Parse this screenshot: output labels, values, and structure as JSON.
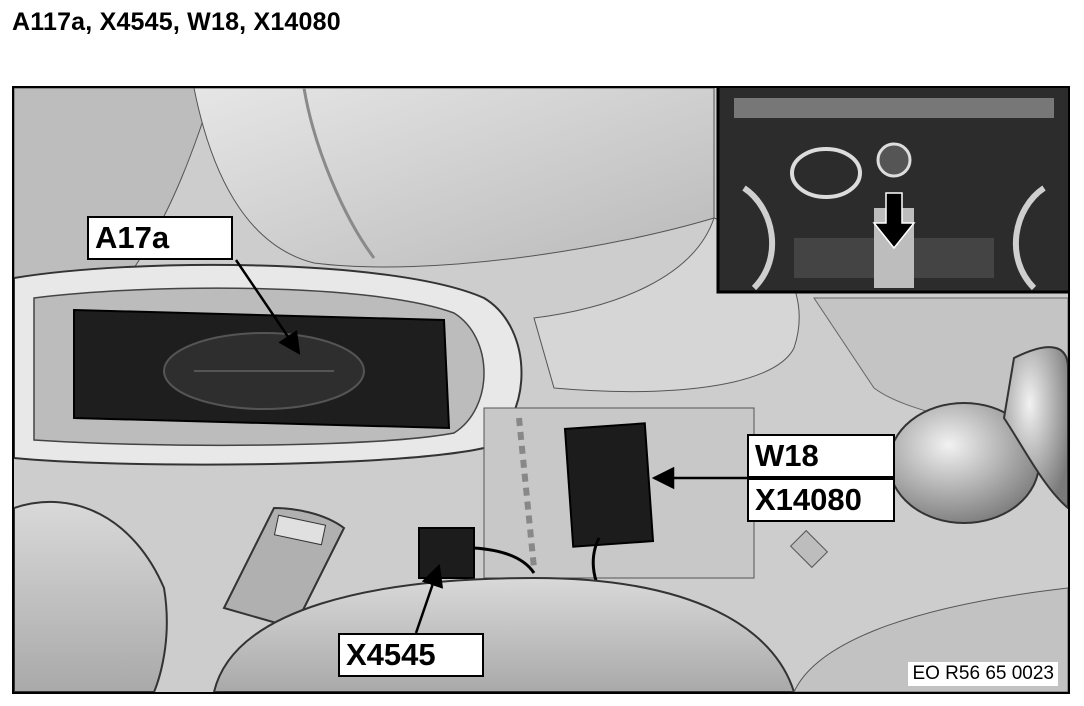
{
  "title": "A117a, X4545, W18, X14080",
  "callouts": {
    "a17a": "A17a",
    "w18": "W18",
    "x14080": "X14080",
    "x4545": "X4545"
  },
  "figure_id": "EO R56 65 0023",
  "colors": {
    "background": "#cfcfcf",
    "component_dark": "#1a1a1a",
    "outline": "#000000"
  }
}
